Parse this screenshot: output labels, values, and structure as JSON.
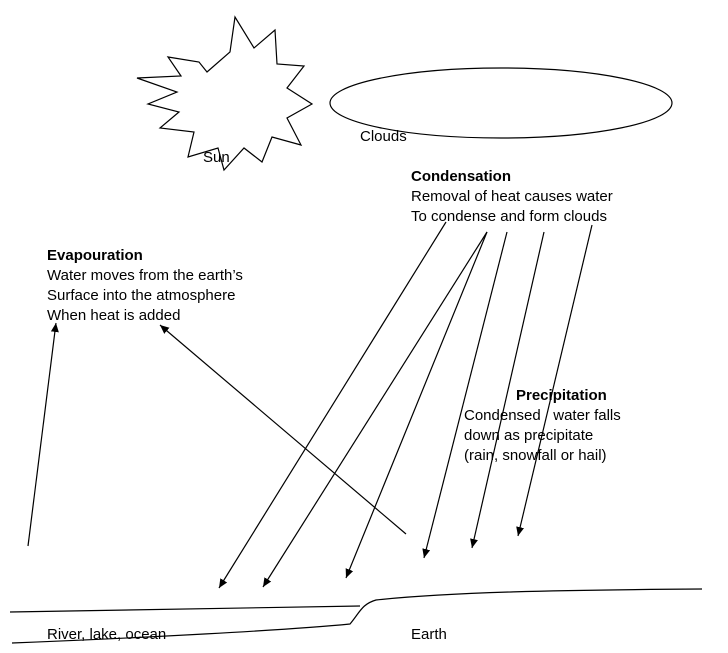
{
  "labels": {
    "sun": "Sun",
    "clouds": "Clouds",
    "river_lake_ocean": "River, lake, ocean",
    "earth": "Earth"
  },
  "condensation": {
    "title": "Condensation",
    "lines": [
      "Removal of heat causes water",
      "To condense and form clouds"
    ]
  },
  "evaporation": {
    "title": "Evapouration",
    "lines": [
      "Water moves from the earth’s",
      "Surface into the atmosphere",
      "When heat is added"
    ]
  },
  "precipitation": {
    "title": "Precipitation",
    "lines": [
      "Condensed   water falls",
      "down as precipitate",
      "(rain, snowfall or hail)"
    ]
  },
  "colors": {
    "ink": "#000000",
    "background": "#ffffff"
  }
}
